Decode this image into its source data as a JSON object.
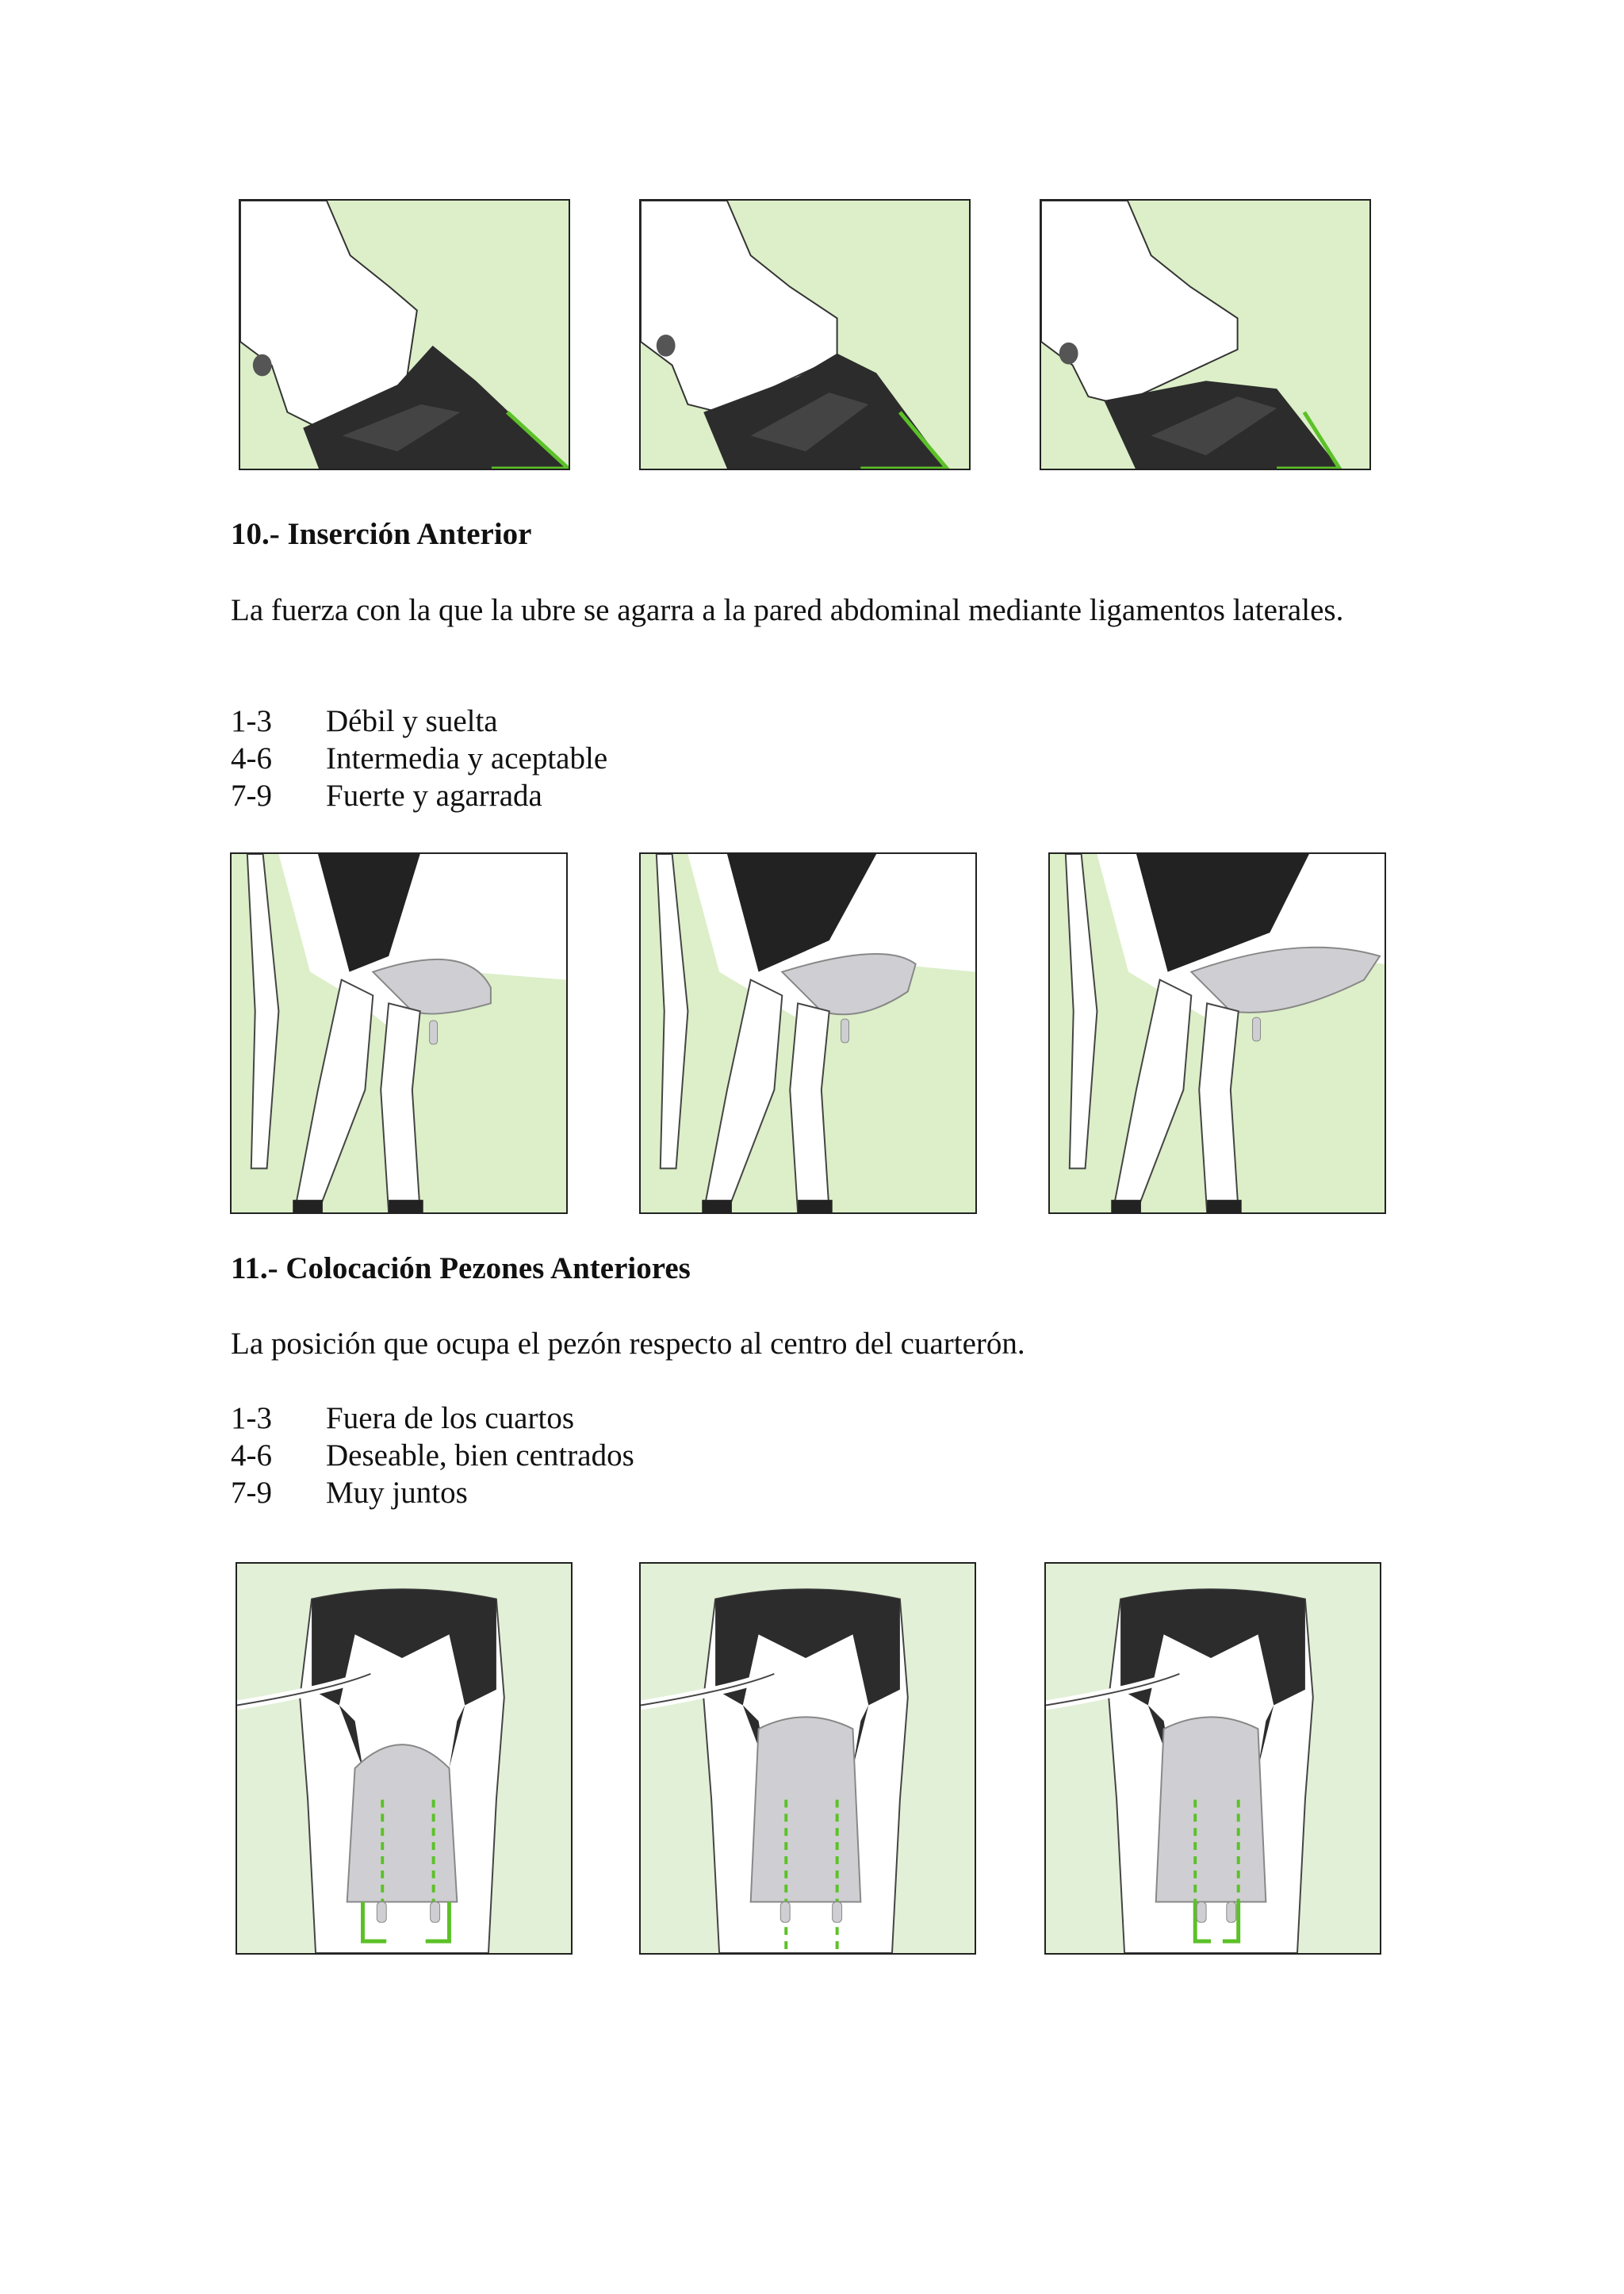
{
  "sections": [
    {
      "title": "10.- Inserción Anterior",
      "description": "La fuerza con la que la ubre se agarra a la pared abdominal mediante ligamentos laterales.",
      "scale": [
        {
          "range": "1-3",
          "label": "Débil y suelta"
        },
        {
          "range": "4-6",
          "label": "Intermedia y aceptable"
        },
        {
          "range": "7-9",
          "label": "Fuerte y agarrada"
        }
      ]
    },
    {
      "title": "11.- Colocación Pezones Anteriores",
      "description": "La posición que ocupa el pezón respecto al centro del cuarterón.",
      "scale": [
        {
          "range": "1-3",
          "label": "Fuera de los cuartos"
        },
        {
          "range": "4-6",
          "label": "Deseable, bien centrados"
        },
        {
          "range": "7-9",
          "label": "Muy juntos"
        }
      ]
    }
  ],
  "colors": {
    "panel_bg": "#dcefc8",
    "panel_bg_rear": "#e2f0d7",
    "udder_black": "#2c2c2c",
    "udder_grey": "#cfcfd3",
    "guide_green": "#5cc128",
    "frame": "#222222"
  }
}
